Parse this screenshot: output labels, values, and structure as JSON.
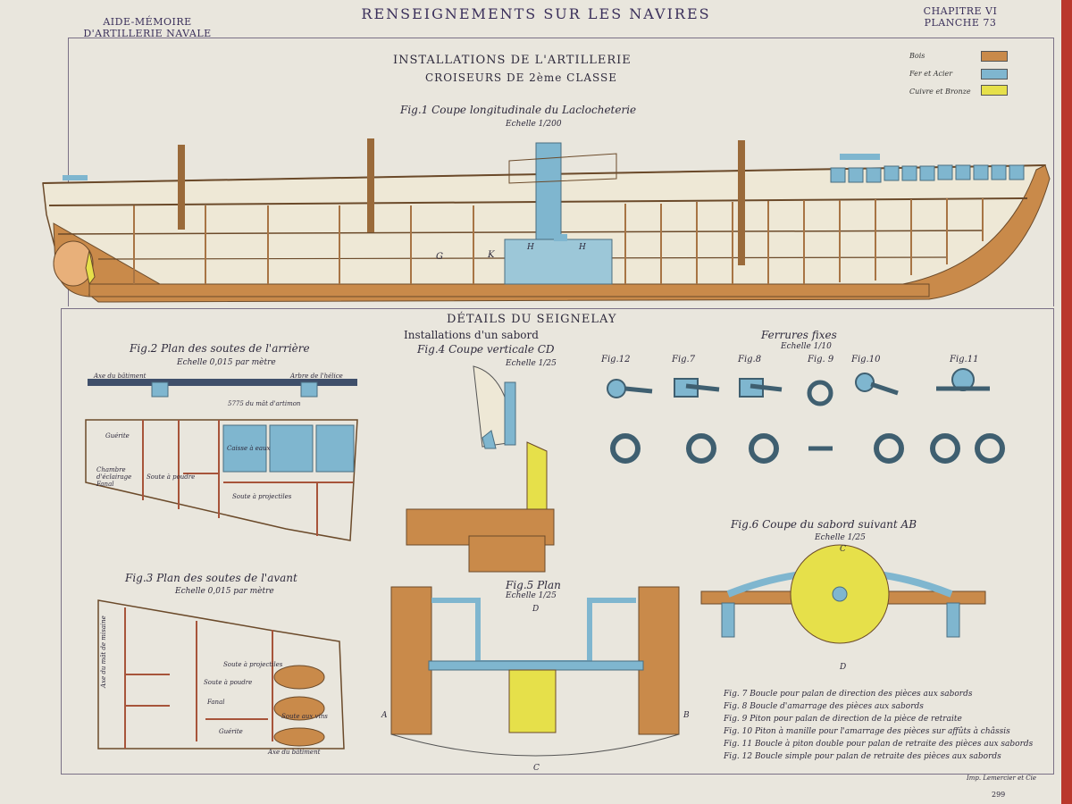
{
  "header": {
    "left": "AIDE-MÉMOIRE\nD'ARTILLERIE NAVALE",
    "center": "RENSEIGNEMENTS SUR LES NAVIRES",
    "right": "CHAPITRE VI\nPLANCHE 73"
  },
  "plate": {
    "title": "INSTALLATIONS DE L'ARTILLERIE",
    "subtitle": "CROISEURS DE 2ème CLASSE"
  },
  "legend": [
    {
      "label": "Bois",
      "color": "#c98a4a"
    },
    {
      "label": "Fer et Acier",
      "color": "#7fb6cf"
    },
    {
      "label": "Cuivre et Bronze",
      "color": "#e6e04a"
    }
  ],
  "fig1": {
    "title": "Fig.1  Coupe longitudinale du Laclocheterie",
    "scale": "Echelle 1/200",
    "marks": [
      "G",
      "K",
      "H",
      "H"
    ]
  },
  "details": {
    "title": "DÉTAILS DU SEIGNELAY",
    "subtitle": "Installations d'un sabord"
  },
  "fig2": {
    "title": "Fig.2  Plan des soutes de l'arrière",
    "scale": "Echelle 0,015 par mètre",
    "labels": [
      "Axe du bâtiment",
      "Arbre de l'hélice",
      "5775 du mât d'artimon",
      "Guérite",
      "Chambre d'éclairage Fanal",
      "Soute à poudre",
      "Caisse à eaux",
      "Soute à projectiles"
    ]
  },
  "fig3": {
    "title": "Fig.3  Plan des soutes de l'avant",
    "scale": "Echelle 0,015 par mètre",
    "labels": [
      "Axe du mât de misaine",
      "Soute à poudre",
      "Soute à projectiles",
      "Fanal",
      "Guérite",
      "Axe du bâtiment",
      "Soute aux vins"
    ]
  },
  "fig4": {
    "title": "Fig.4  Coupe verticale CD",
    "scale": "Echelle 1/25"
  },
  "fig5": {
    "title": "Fig.5  Plan",
    "scale": "Echelle 1/25",
    "marks": [
      "D",
      "A",
      "B",
      "C"
    ]
  },
  "fig6": {
    "title": "Fig.6  Coupe du sabord suivant  AB",
    "scale": "Echelle 1/25",
    "marks": [
      "C",
      "D"
    ]
  },
  "ferrures": {
    "title": "Ferrures fixes",
    "scale": "Echelle 1/10",
    "figs": [
      "Fig.12",
      "Fig.7",
      "Fig.8",
      "Fig. 9",
      "Fig.10",
      "Fig.11"
    ]
  },
  "captions": [
    {
      "fig": "Fig. 7",
      "text": "Boucle pour palan de direction des pièces aux sabords"
    },
    {
      "fig": "Fig. 8",
      "text": "Boucle d'amarrage des pièces aux sabords"
    },
    {
      "fig": "Fig. 9",
      "text": "Piton pour palan de direction de la pièce de retraite"
    },
    {
      "fig": "Fig. 10",
      "text": "Piton à manille pour l'amarrage des pièces sur affûts à châssis"
    },
    {
      "fig": "Fig. 11",
      "text": "Boucle à piton double pour palan de retraite des pièces aux sabords"
    },
    {
      "fig": "Fig. 12",
      "text": "Boucle simple pour palan de retraite des pièces aux sabords"
    }
  ],
  "imprint": "Imp. Lemercier et Cie",
  "page_number": "299"
}
